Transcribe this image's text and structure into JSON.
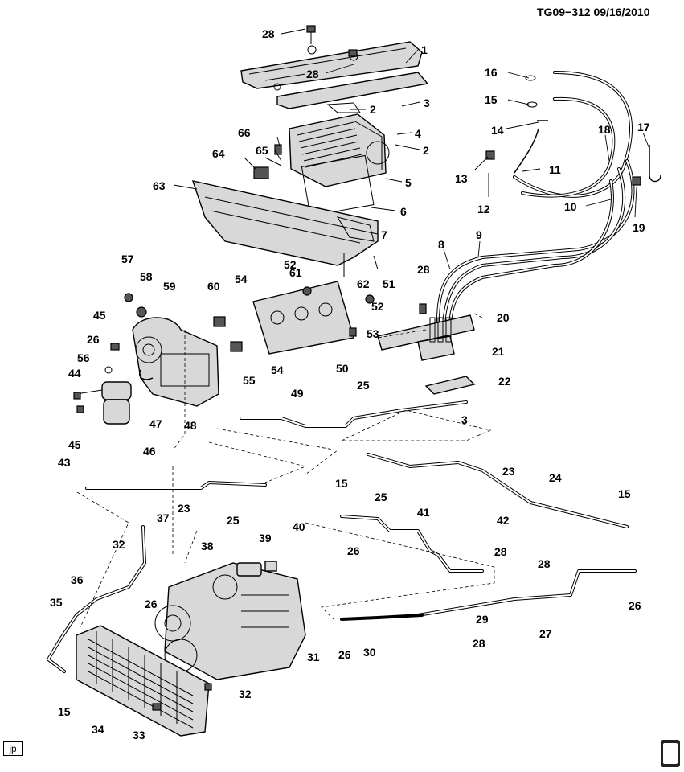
{
  "header": {
    "doc_id": "TG09−312  09/16/2010"
  },
  "footer": {
    "badge": "jp",
    "logo": "gm-spo-logo"
  },
  "callouts": [
    {
      "id": "c28a",
      "text": "28"
    },
    {
      "id": "c1",
      "text": "1"
    },
    {
      "id": "c28b",
      "text": "28"
    },
    {
      "id": "c2a",
      "text": "2"
    },
    {
      "id": "c3a",
      "text": "3"
    },
    {
      "id": "c4",
      "text": "4"
    },
    {
      "id": "c2b",
      "text": "2"
    },
    {
      "id": "c66",
      "text": "66"
    },
    {
      "id": "c65",
      "text": "65"
    },
    {
      "id": "c64",
      "text": "64"
    },
    {
      "id": "c5",
      "text": "5"
    },
    {
      "id": "c63",
      "text": "63"
    },
    {
      "id": "c6",
      "text": "6"
    },
    {
      "id": "c7",
      "text": "7"
    },
    {
      "id": "c16",
      "text": "16"
    },
    {
      "id": "c15a",
      "text": "15"
    },
    {
      "id": "c14",
      "text": "14"
    },
    {
      "id": "c18",
      "text": "18"
    },
    {
      "id": "c17",
      "text": "17"
    },
    {
      "id": "c13",
      "text": "13"
    },
    {
      "id": "c11",
      "text": "11"
    },
    {
      "id": "c12",
      "text": "12"
    },
    {
      "id": "c10",
      "text": "10"
    },
    {
      "id": "c19",
      "text": "19"
    },
    {
      "id": "c8",
      "text": "8"
    },
    {
      "id": "c9",
      "text": "9"
    },
    {
      "id": "c57",
      "text": "57"
    },
    {
      "id": "c52a",
      "text": "52"
    },
    {
      "id": "c61",
      "text": "61"
    },
    {
      "id": "c51",
      "text": "51"
    },
    {
      "id": "c62",
      "text": "62"
    },
    {
      "id": "c58",
      "text": "58"
    },
    {
      "id": "c59",
      "text": "59"
    },
    {
      "id": "c60",
      "text": "60"
    },
    {
      "id": "c54a",
      "text": "54"
    },
    {
      "id": "c52b",
      "text": "52"
    },
    {
      "id": "c28c",
      "text": "28"
    },
    {
      "id": "c20",
      "text": "20"
    },
    {
      "id": "c45a",
      "text": "45"
    },
    {
      "id": "c53",
      "text": "53"
    },
    {
      "id": "c26a",
      "text": "26"
    },
    {
      "id": "c21",
      "text": "21"
    },
    {
      "id": "c50",
      "text": "50"
    },
    {
      "id": "c56",
      "text": "56"
    },
    {
      "id": "c54b",
      "text": "54"
    },
    {
      "id": "c55",
      "text": "55"
    },
    {
      "id": "c44",
      "text": "44"
    },
    {
      "id": "c22",
      "text": "22"
    },
    {
      "id": "c25a",
      "text": "25"
    },
    {
      "id": "c49",
      "text": "49"
    },
    {
      "id": "c3b",
      "text": "3"
    },
    {
      "id": "c47",
      "text": "47"
    },
    {
      "id": "c45b",
      "text": "45"
    },
    {
      "id": "c46",
      "text": "46"
    },
    {
      "id": "c48",
      "text": "48"
    },
    {
      "id": "c43",
      "text": "43"
    },
    {
      "id": "c23a",
      "text": "23"
    },
    {
      "id": "c15b",
      "text": "15"
    },
    {
      "id": "c25b",
      "text": "25"
    },
    {
      "id": "c24",
      "text": "24"
    },
    {
      "id": "c15c",
      "text": "15"
    },
    {
      "id": "c37",
      "text": "37"
    },
    {
      "id": "c23b",
      "text": "23"
    },
    {
      "id": "c25c",
      "text": "25"
    },
    {
      "id": "c42",
      "text": "42"
    },
    {
      "id": "c41",
      "text": "41"
    },
    {
      "id": "c32a",
      "text": "32"
    },
    {
      "id": "c40",
      "text": "40"
    },
    {
      "id": "c39",
      "text": "39"
    },
    {
      "id": "c26b",
      "text": "26"
    },
    {
      "id": "c28d",
      "text": "28"
    },
    {
      "id": "c38",
      "text": "38"
    },
    {
      "id": "c28e",
      "text": "28"
    },
    {
      "id": "c36",
      "text": "36"
    },
    {
      "id": "c26c",
      "text": "26"
    },
    {
      "id": "c35",
      "text": "35"
    },
    {
      "id": "c26d",
      "text": "26"
    },
    {
      "id": "c29",
      "text": "29"
    },
    {
      "id": "c27",
      "text": "27"
    },
    {
      "id": "c31",
      "text": "31"
    },
    {
      "id": "c26e",
      "text": "26"
    },
    {
      "id": "c30",
      "text": "30"
    },
    {
      "id": "c28f",
      "text": "28"
    },
    {
      "id": "c15d",
      "text": "15"
    },
    {
      "id": "c32b",
      "text": "32"
    },
    {
      "id": "c34",
      "text": "34"
    },
    {
      "id": "c33",
      "text": "33"
    }
  ]
}
